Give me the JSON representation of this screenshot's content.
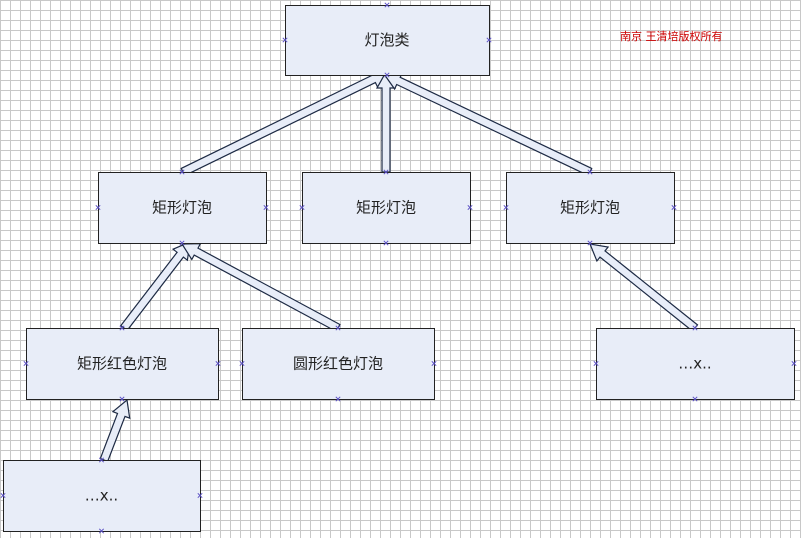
{
  "diagram": {
    "copyright": "南京  王清培版权所有",
    "nodes": [
      {
        "id": "root",
        "label": "灯泡类"
      },
      {
        "id": "rect1",
        "label": "矩形灯泡"
      },
      {
        "id": "rect2",
        "label": "矩形灯泡"
      },
      {
        "id": "rect3",
        "label": "矩形灯泡"
      },
      {
        "id": "rect-red",
        "label": "矩形红色灯泡"
      },
      {
        "id": "round-red",
        "label": "圆形红色灯泡"
      },
      {
        "id": "more-right",
        "label": "…x.."
      },
      {
        "id": "more-bottom",
        "label": "…x.."
      }
    ],
    "edges": [
      {
        "from": "rect1",
        "to": "root"
      },
      {
        "from": "rect2",
        "to": "root"
      },
      {
        "from": "rect3",
        "to": "root"
      },
      {
        "from": "rect-red",
        "to": "rect1"
      },
      {
        "from": "round-red",
        "to": "rect1"
      },
      {
        "from": "more-right",
        "to": "rect3"
      },
      {
        "from": "more-bottom",
        "to": "rect-red"
      }
    ],
    "colors": {
      "node_fill": "#e8edf8",
      "node_stroke": "#222222",
      "arrow_stroke": "#1d2a44",
      "handle": "#5a4fc4",
      "copyright": "#cc0000"
    }
  }
}
